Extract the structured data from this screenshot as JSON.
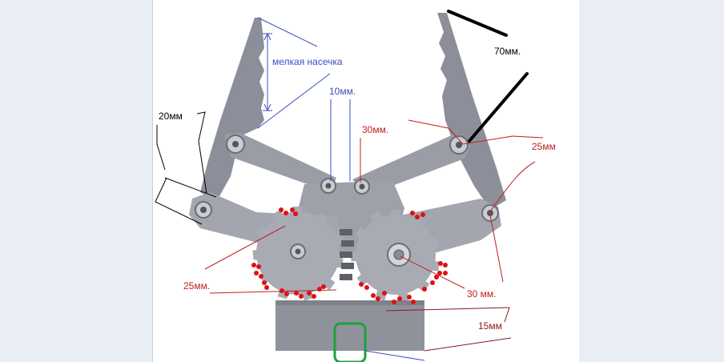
{
  "labels": {
    "notch": "мелкая насечка",
    "dim_10": "10мм.",
    "dim_30_top": "30мм.",
    "dim_20": "20мм",
    "dim_70": "70мм.",
    "dim_25_right": "25мм",
    "dim_25_left": "25мм.",
    "dim_30_bottom": "30 мм.",
    "dim_15": "15мм"
  },
  "colors": {
    "blue_annotation": "#3a4fc0",
    "red_annotation": "#c02020",
    "dark_red_annotation": "#8a1a1a",
    "black_annotation": "#000000",
    "marker_dots": "#e01010",
    "gripper_metal": "#8c8f99",
    "highlight": "#1aa33a"
  }
}
